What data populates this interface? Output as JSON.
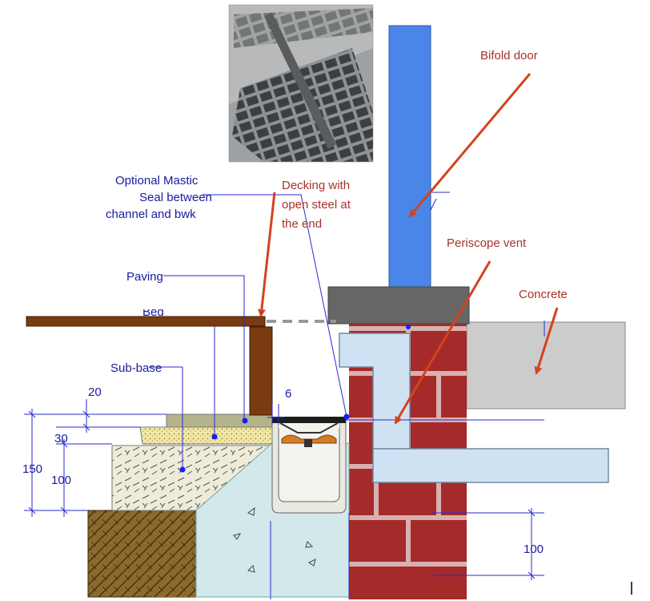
{
  "labels": {
    "bifold_door": "Bifold door",
    "decking_line1": "Decking with",
    "decking_line2": "open steel at",
    "decking_line3": "the end",
    "periscope_vent": "Periscope vent",
    "concrete": "Concrete",
    "mastic_line1": "Optional Mastic",
    "mastic_line2": "Seal between",
    "mastic_line3": "channel and bwk",
    "paving": "Paving",
    "sub_base": "Sub-base",
    "partial_label": "Bed"
  },
  "dimensions": {
    "d20": "20",
    "d30": "30",
    "d150": "150",
    "d100_left": "100",
    "d6": "6",
    "d100_right": "100"
  },
  "colors": {
    "door": "#4a86e8",
    "brick": "#a52a2a",
    "mortar": "#d9b0b0",
    "vent": "#cfe2f3",
    "concrete": "#cccccc",
    "lintel": "#666666",
    "decking": "#7a3b10",
    "soil": "#8b6a2b",
    "sub_base": "#eeecd8",
    "bedding": "#f1e6a6",
    "paving": "#b5b38c",
    "concrete_fill": "#d2e8ea",
    "annotation_red": "#a8322a",
    "annotation_blue": "#1a1aa0"
  }
}
